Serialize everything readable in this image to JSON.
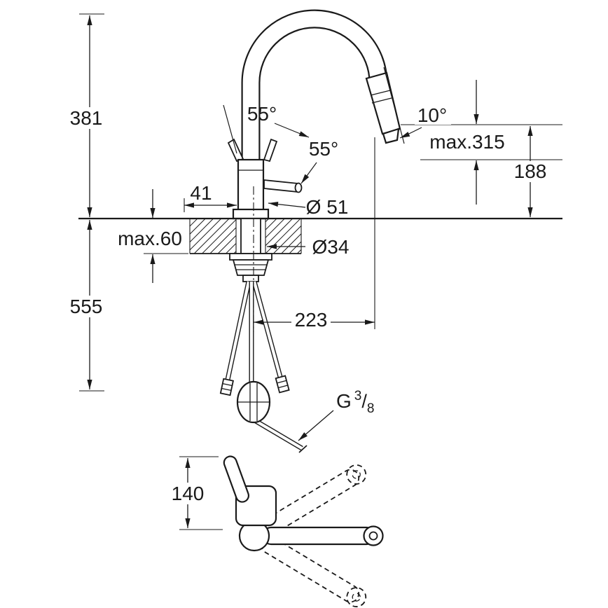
{
  "drawing": {
    "background": "#ffffff",
    "line_color": "#1a1a1a",
    "labels": {
      "height_above_deck": "381",
      "height_below_deck": "555",
      "counter_thickness": "max.60",
      "handle_offset": "41",
      "body_diameter": "Ø 51",
      "hole_diameter": "Ø34",
      "spout_reach": "223",
      "handle_angle_top": "55°",
      "handle_angle_front": "55°",
      "spray_angle": "10°",
      "max_outlet_height": "max.315",
      "outlet_height": "188",
      "thread_prefix": "G",
      "thread_numerator": "3",
      "thread_slash": "/",
      "thread_denominator": "8",
      "top_view_depth": "140"
    }
  }
}
